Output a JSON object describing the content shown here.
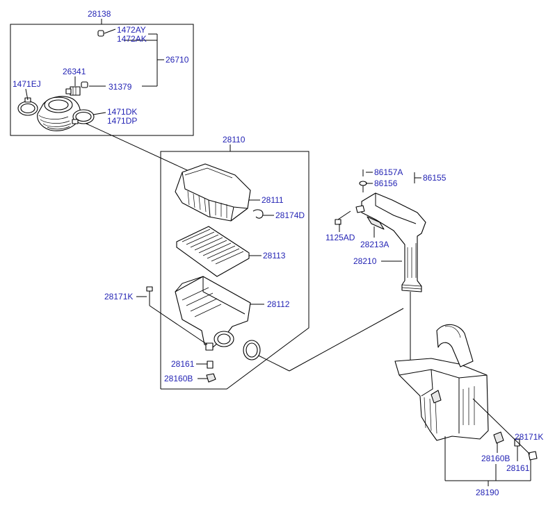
{
  "labels": {
    "l28138": "28138",
    "l1472AY": "1472AY",
    "l1472AK": "1472AK",
    "l26710": "26710",
    "l26341": "26341",
    "l1471EJ": "1471EJ",
    "l31379": "31379",
    "l1471DK": "1471DK",
    "l1471DP": "1471DP",
    "l28110": "28110",
    "l28111": "28111",
    "l28174D": "28174D",
    "l28113": "28113",
    "l28171K_a": "28171K",
    "l28112": "28112",
    "l28161_a": "28161",
    "l28160B_a": "28160B",
    "l86157A": "86157A",
    "l86156": "86156",
    "l86155": "86155",
    "l1125AD": "1125AD",
    "l28213A": "28213A",
    "l28210": "28210",
    "l28171K_b": "28171K",
    "l28160B_b": "28160B",
    "l28161_b": "28161",
    "l28190": "28190"
  },
  "colors": {
    "label": "#2323b4",
    "line": "#000000",
    "background": "#ffffff"
  }
}
